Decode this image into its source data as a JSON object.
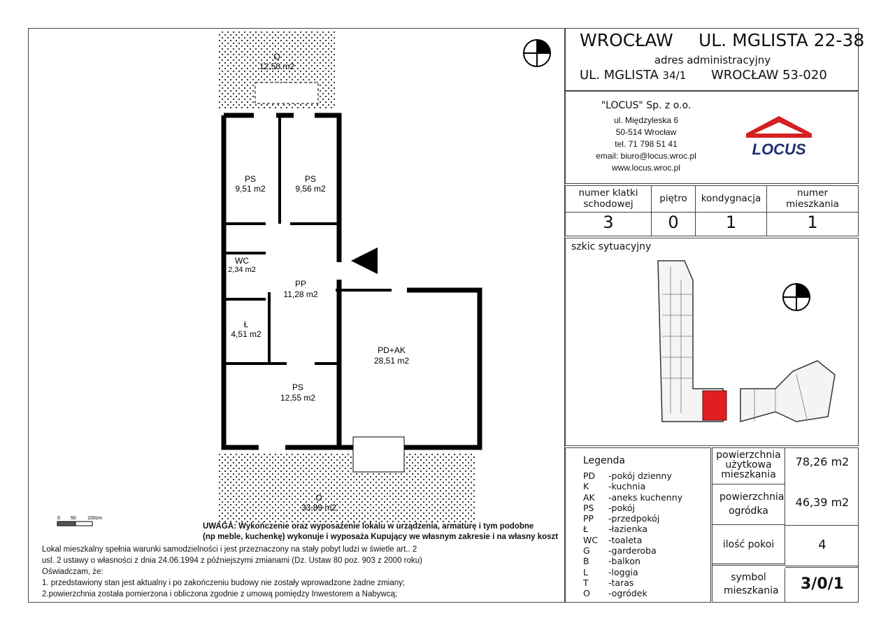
{
  "header": {
    "city": "WROCŁAW",
    "street": "UL. MGLISTA 22-38",
    "admin_label": "adres administracyjny",
    "admin_street": "UL. MGLISTA",
    "admin_number": "34/1",
    "admin_city": "WROCŁAW",
    "postcode": "53-020"
  },
  "company": {
    "name": "\"LOCUS\" Sp. z o.o.",
    "address": "ul. Międzyleska 6",
    "city": "50-514 Wrocław",
    "phone": "tel. 71 798 51 41",
    "email": "email: biuro@locus.wroc.pl",
    "www": "www.locus.wroc.pl",
    "logo_text": "LOCUS",
    "logo_color": "#d42020"
  },
  "info_table": {
    "headers": [
      "numer klatki schodowej",
      "piętro",
      "kondygnacja",
      "numer mieszkania"
    ],
    "values": [
      "3",
      "0",
      "1",
      "1"
    ]
  },
  "site_plan": {
    "title": "szkic sytuacyjny",
    "highlight_color": "#e02020"
  },
  "legend": {
    "title": "Legenda",
    "items": [
      [
        "PD",
        "-pokój dzienny"
      ],
      [
        "K",
        "-kuchnia"
      ],
      [
        "AK",
        "-aneks kuchenny"
      ],
      [
        "PS",
        "-pokój"
      ],
      [
        "PP",
        "-przedpokój"
      ],
      [
        "Ł",
        "-łazienka"
      ],
      [
        "WC",
        "-toaleta"
      ],
      [
        "G",
        "-garderoba"
      ],
      [
        "B",
        "-balkon"
      ],
      [
        "L",
        "-loggia"
      ],
      [
        "T",
        "-taras"
      ],
      [
        "O",
        "-ogródek"
      ]
    ]
  },
  "stats": {
    "area_label": "powierzchnia użytkowa mieszkania",
    "area_value": "78,26 m2",
    "garden_label": "powierzchnia ogródka",
    "garden_value": "46,39 m2",
    "rooms_label": "ilość pokoi",
    "rooms_value": "4",
    "symbol_label": "symbol mieszkania",
    "symbol_value": "3/0/1"
  },
  "plan": {
    "rooms": [
      {
        "code": "O",
        "area": "12,50 m2"
      },
      {
        "code": "PS",
        "area": "9,51 m2"
      },
      {
        "code": "PS",
        "area": "9,56 m2"
      },
      {
        "code": "WC",
        "area": "2,34 m2"
      },
      {
        "code": "PP",
        "area": "11,28 m2"
      },
      {
        "code": "Ł",
        "area": "4,51 m2"
      },
      {
        "code": "PD+AK",
        "area": "28,51 m2"
      },
      {
        "code": "PS",
        "area": "12,55 m2"
      },
      {
        "code": "O",
        "area": "33,89 m2"
      }
    ],
    "scale_labels": [
      "0",
      "50",
      "100cm"
    ]
  },
  "notes": {
    "warning_1": "UWAGA: Wykończenie oraz wyposażenie lokalu w urządzenia, armaturę i tym podobne",
    "warning_2": "(np meble, kuchenkę) wykonuje i wyposaża Kupujący we własnym zakresie i na własny koszt",
    "lines": [
      "Lokal mieszkalny spełnia warunki samodzielności i jest przeznaczony na stały pobyt ludzi w świetle art.. 2",
      "usl. 2 ustawy o własności z dnia 24.06.1994  z późniejszymi zmianami (Dz. Ustaw 80 poz. 903 z 2000 roku)",
      "Oświadczam, że:",
      "1. przedstawiony stan jest aktualny i po zakończeniu budowy nie zostały wprowadzone żadne zmiany;",
      "2.powierzchnia została pomierzona i obliczona zgodnie z umową pomiędzy Inwestorem a Nabywcą;"
    ]
  }
}
